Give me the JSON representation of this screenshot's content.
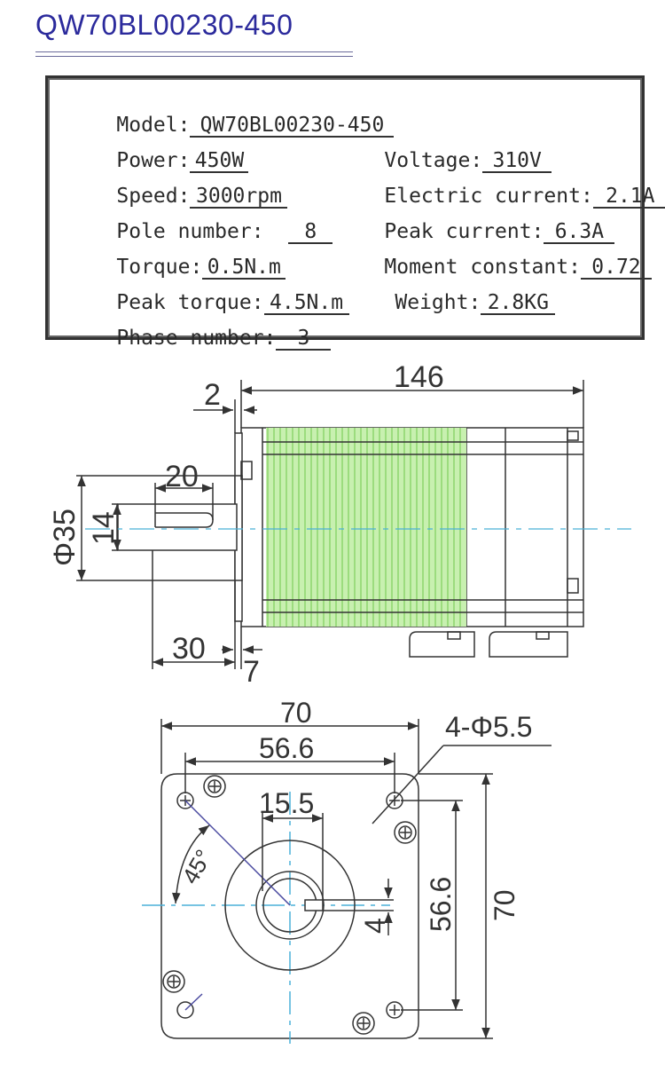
{
  "title": "QW70BL00230-450",
  "specs": {
    "model_label": "Model:",
    "model_value": "QW70BL00230-450",
    "power_label": "Power:",
    "power_value": "450W",
    "voltage_label": "Voltage:",
    "voltage_value": "310V",
    "speed_label": "Speed:",
    "speed_value": "3000rpm",
    "current_label": "Electric current:",
    "current_value": "2.1A",
    "pole_label": "Pole number:",
    "pole_value": "8",
    "peak_current_label": "Peak current:",
    "peak_current_value": "6.3A",
    "torque_label": "Torque:",
    "torque_value": "0.5N.m",
    "moment_label": "Moment constant:",
    "moment_value": "0.72",
    "peak_torque_label": "Peak torque:",
    "peak_torque_value": "4.5N.m",
    "weight_label": "Weight:",
    "weight_value": "2.8KG",
    "phase_label": "Phase number:",
    "phase_value": "3"
  },
  "side_view": {
    "length": "146",
    "flange_gap": "2",
    "key_length": "20",
    "shaft_length": "30",
    "pilot_depth": "7",
    "pilot_diameter": "Φ35",
    "shaft_diameter": "14"
  },
  "front_view": {
    "width": "70",
    "hole_spacing_h": "56.6",
    "key_height": "15.5",
    "holes": "4-Φ5.5",
    "angle": "45°",
    "key_width": "4",
    "hole_spacing_v": "56.6",
    "height": "70"
  },
  "colors": {
    "title": "#2b2a9c",
    "winding": "#9be07a",
    "centerline": "#4ab0d8"
  }
}
